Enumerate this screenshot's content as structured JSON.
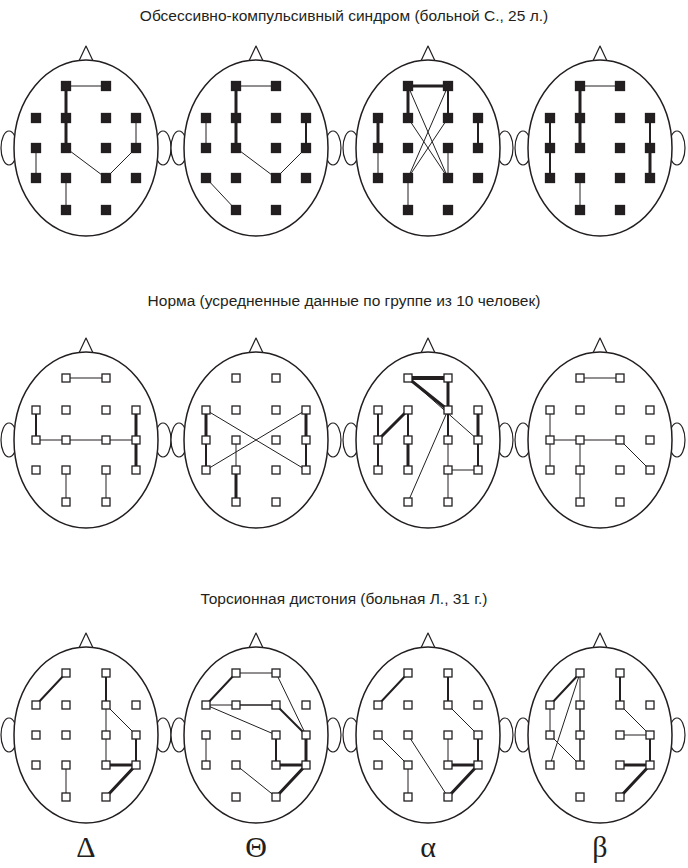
{
  "diagram": {
    "labels": [
      "Обсессивно-компульсивный синдром (больной С., 25 л.)",
      "Норма (усредненные данные по группе из 10 человек)",
      "Торсионная дистония (больная Л., 31 г.)",
      "Δ",
      "Θ",
      "α",
      "β"
    ]
  }
}
